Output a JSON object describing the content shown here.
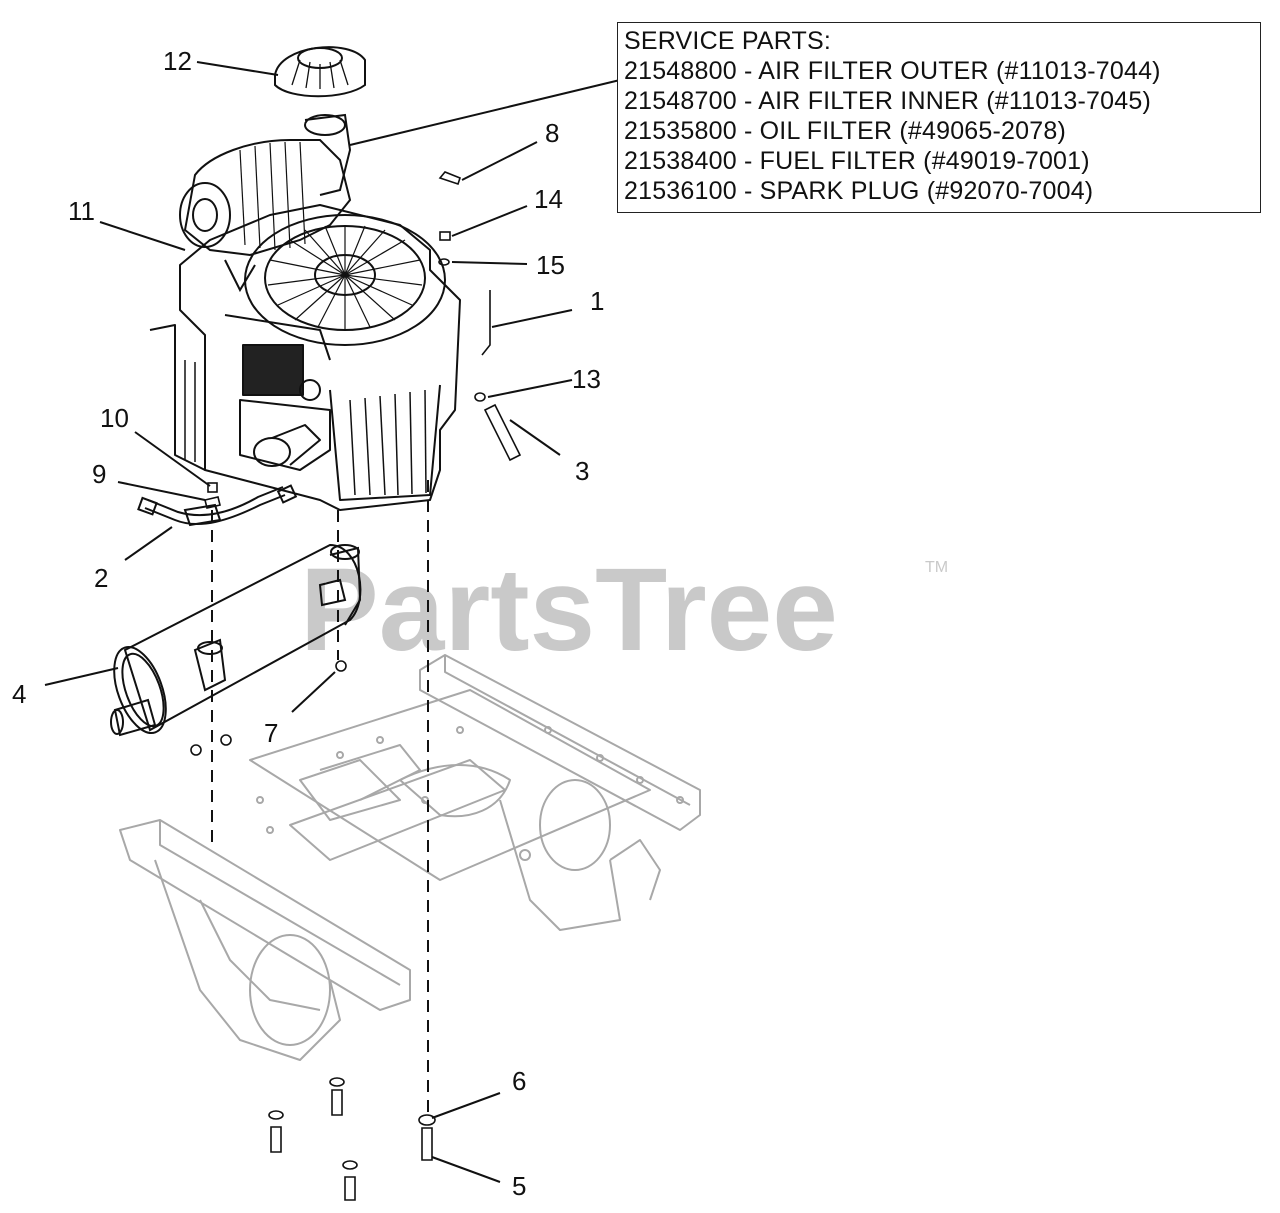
{
  "service_parts": {
    "heading": "SERVICE PARTS:",
    "lines": [
      "21548800 - AIR FILTER OUTER (#11013-7044)",
      "21548700 - AIR FILTER INNER (#11013-7045)",
      "21535800 - OIL FILTER (#49065-2078)",
      "21538400 - FUEL FILTER (#49019-7001)",
      "21536100 - SPARK PLUG (#92070-7004)"
    ]
  },
  "watermark": {
    "text": "PartsTree",
    "tm": "TM"
  },
  "callouts": {
    "c1": "1",
    "c2": "2",
    "c3": "3",
    "c4": "4",
    "c5": "5",
    "c6": "6",
    "c7": "7",
    "c8": "8",
    "c9": "9",
    "c10": "10",
    "c11": "11",
    "c12": "12",
    "c13": "13",
    "c14": "14",
    "c15": "15"
  },
  "colors": {
    "line": "#111111",
    "frame": "#a8a8a8",
    "watermark": "#c9c9c9"
  }
}
